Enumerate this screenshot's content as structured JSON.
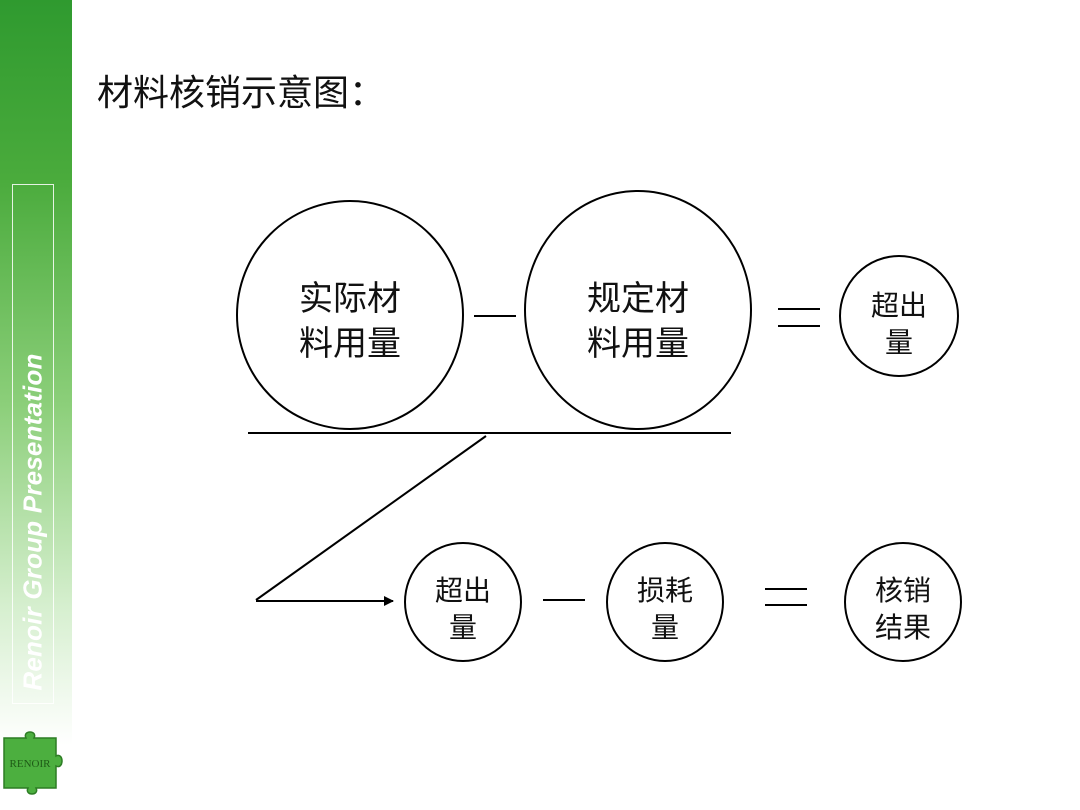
{
  "sidebar": {
    "vertical_text": "Renoir Group Presentation",
    "logo_text": "RENOIR",
    "accent_color": "#3a9d33"
  },
  "title": "材料核销示意图：",
  "diagram": {
    "top_row": {
      "actual_usage": [
        "实际材",
        "料用量"
      ],
      "minus_sign": "—",
      "standard_usage": [
        "规定材",
        "料用量"
      ],
      "equals_sign": "＝",
      "excess_amount": [
        "超出",
        "量"
      ]
    },
    "bottom_row": {
      "excess_amount": [
        "超出",
        "量"
      ],
      "minus_sign": "—",
      "loss": [
        "损耗",
        "量"
      ],
      "equals_sign": "＝",
      "result": [
        "核销",
        "结果"
      ]
    }
  }
}
